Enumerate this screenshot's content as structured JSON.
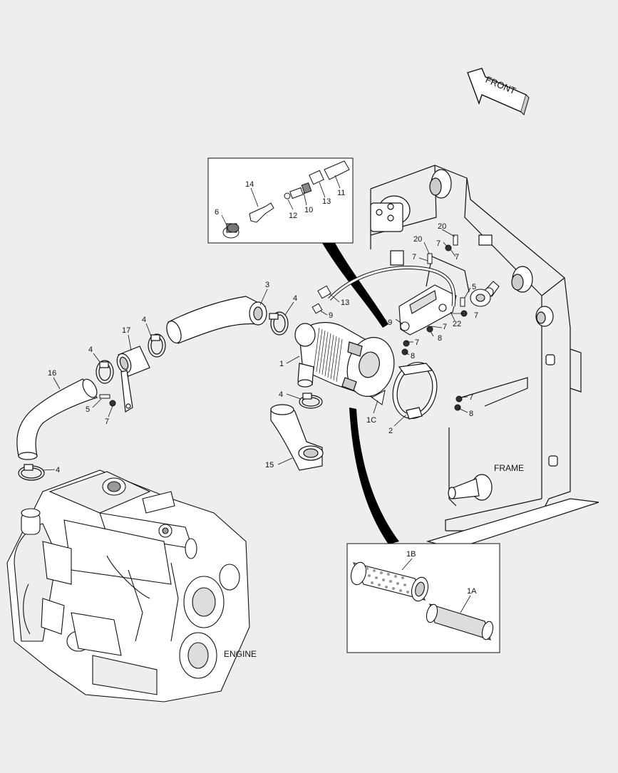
{
  "colors": {
    "background": "#eeeeee",
    "line": "#111111",
    "part_fill": "#ffffff",
    "shade": "#bbbbbb"
  },
  "front_arrow": {
    "label": "FRONT"
  },
  "region_labels": {
    "frame": "FRAME",
    "engine": "ENGINE"
  },
  "callouts": {
    "c1": "1",
    "c1A": "1A",
    "c1B": "1B",
    "c1C": "1C",
    "c2": "2",
    "c3": "3",
    "c4a": "4",
    "c4b": "4",
    "c4c": "4",
    "c4d": "4",
    "c4e": "4",
    "c5a": "5",
    "c5b": "5",
    "c6": "6",
    "c7a": "7",
    "c7b": "7",
    "c7c": "7",
    "c7d": "7",
    "c7e": "7",
    "c7f": "7",
    "c7g": "7",
    "c8a": "8",
    "c8b": "8",
    "c8c": "8",
    "c9": "9",
    "c10": "10",
    "c11": "11",
    "c12": "12",
    "c13a": "13",
    "c13b": "13",
    "c14": "14",
    "c15": "15",
    "c16": "16",
    "c17": "17",
    "c19": "19",
    "c20a": "20",
    "c20b": "20",
    "c22": "22"
  }
}
